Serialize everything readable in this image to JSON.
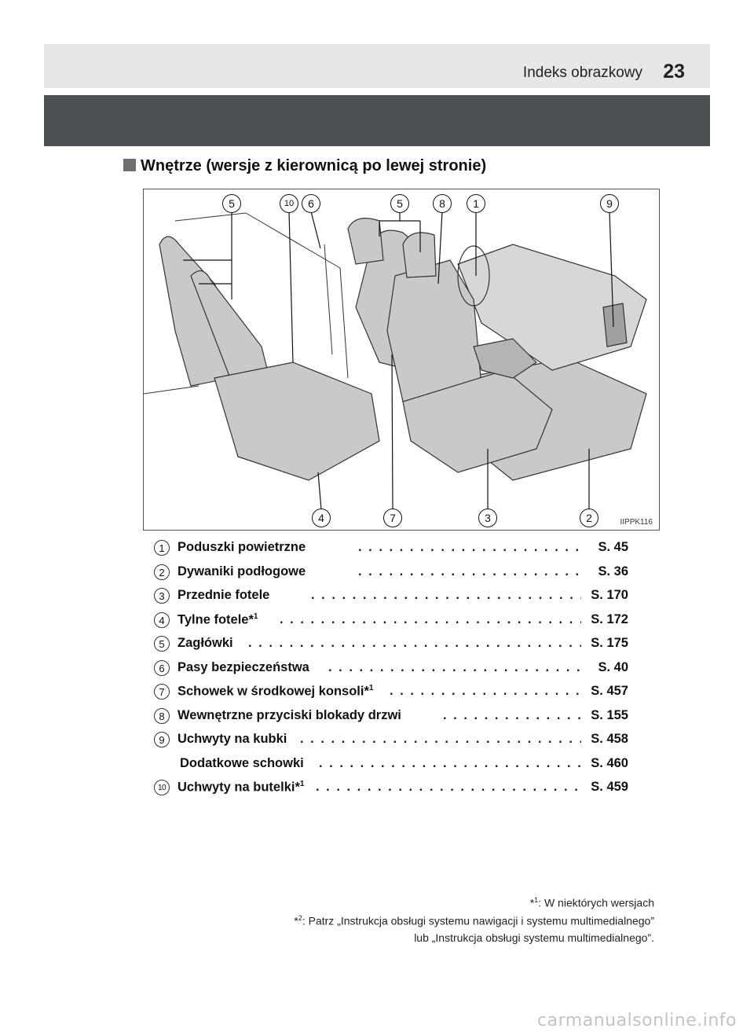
{
  "header": {
    "title": "Indeks obrazkowy",
    "page_number": "23"
  },
  "section": {
    "heading": "Wnętrze (wersje z kierownicą po lewej stronie)"
  },
  "figure": {
    "code": "IIPPK116",
    "top_callouts": [
      "5",
      "10",
      "6",
      "5",
      "8",
      "1",
      "9"
    ],
    "bottom_callouts": [
      "4",
      "7",
      "3",
      "2"
    ]
  },
  "legend": [
    {
      "num": "1",
      "label": "Poduszki powietrzne",
      "sup": "",
      "page": "S. 45"
    },
    {
      "num": "2",
      "label": "Dywaniki podłogowe",
      "sup": "",
      "page": "S. 36"
    },
    {
      "num": "3",
      "label": "Przednie fotele",
      "sup": "",
      "page": "S. 170"
    },
    {
      "num": "4",
      "label": "Tylne fotele*",
      "sup": "1",
      "page": "S. 172"
    },
    {
      "num": "5",
      "label": "Zagłówki",
      "sup": "",
      "page": "S. 175"
    },
    {
      "num": "6",
      "label": "Pasy bezpieczeństwa",
      "sup": "",
      "page": "S. 40"
    },
    {
      "num": "7",
      "label": "Schowek w środkowej konsoli*",
      "sup": "1",
      "page": "S. 457"
    },
    {
      "num": "8",
      "label": "Wewnętrzne przyciski blokady drzwi",
      "sup": "",
      "page": "S. 155"
    },
    {
      "num": "9",
      "label": "Uchwyty na kubki",
      "sup": "",
      "page": "S. 458"
    },
    {
      "num": "",
      "label": "Dodatkowe schowki",
      "sup": "",
      "page": "S. 460"
    },
    {
      "num": "10",
      "label": "Uchwyty na butelki*",
      "sup": "1",
      "page": "S. 459"
    }
  ],
  "footnotes": [
    {
      "mark": "*",
      "sup": "1",
      "text": ": W niektórych wersjach"
    },
    {
      "mark": "*",
      "sup": "2",
      "text": ": Patrz „Instrukcja obsługi systemu nawigacji i systemu multimedialnego”"
    },
    {
      "mark": "",
      "sup": "",
      "text": "lub „Instrukcja obsługi systemu multimedialnego”."
    }
  ],
  "watermark": "carmanualsonline.info"
}
